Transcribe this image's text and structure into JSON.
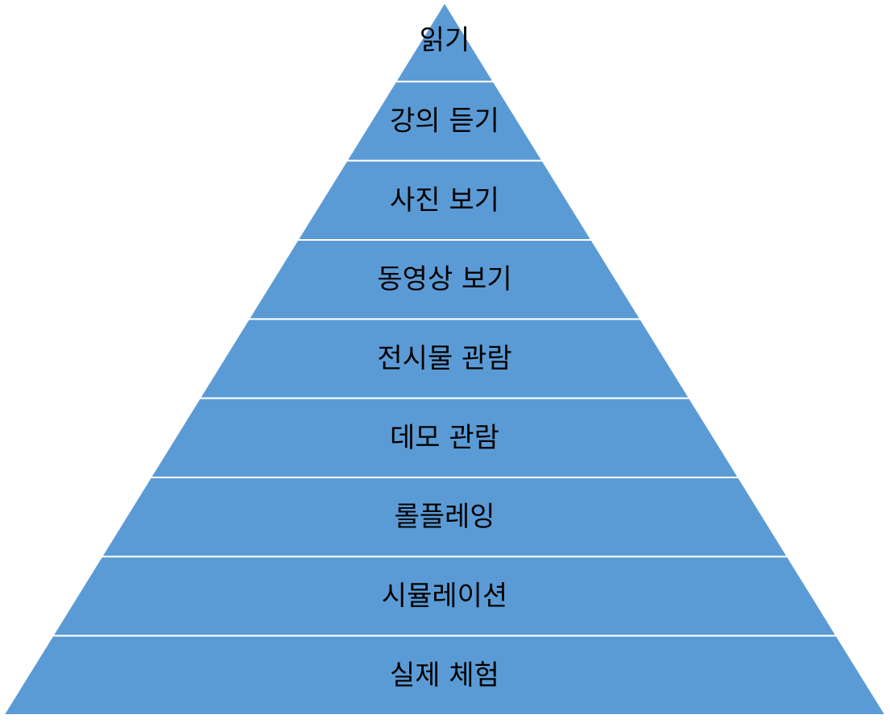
{
  "diagram": {
    "type": "pyramid",
    "fill_color": "#5b9bd5",
    "separator_color": "#ffffff",
    "text_color": "#000000",
    "levels_top_to_bottom": [
      {
        "label": "읽기"
      },
      {
        "label": "강의 듣기"
      },
      {
        "label": "사진 보기"
      },
      {
        "label": "동영상 보기"
      },
      {
        "label": "전시물 관람"
      },
      {
        "label": "데모 관람"
      },
      {
        "label": "롤플레잉"
      },
      {
        "label": "시뮬레이션"
      },
      {
        "label": "실제 체험"
      }
    ]
  }
}
